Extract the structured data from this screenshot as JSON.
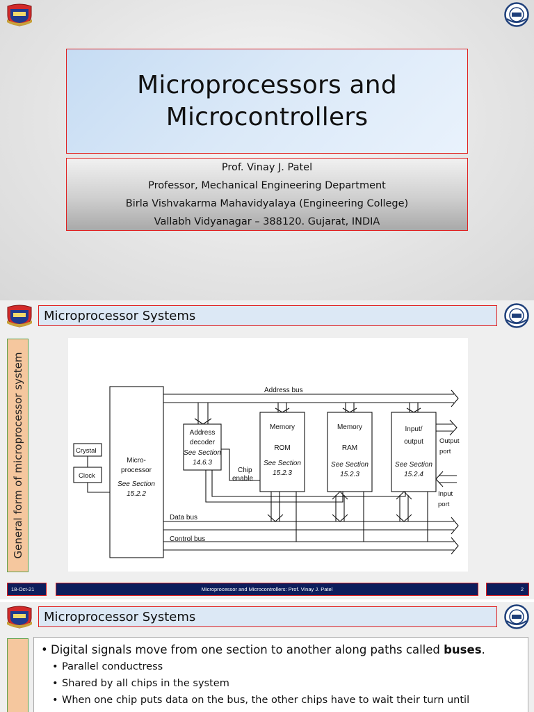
{
  "slide1": {
    "title_lines": [
      "Microprocessors and",
      "Microcontrollers"
    ],
    "author_lines": [
      "Prof. Vinay J. Patel",
      "Professor, Mechanical Engineering Department",
      "Birla Vishvakarma Mahavidyalaya (Engineering College)",
      "Vallabh Vidyanagar – 388120. Gujarat, INDIA"
    ]
  },
  "slide2": {
    "header": "Microprocessor Systems",
    "side_label": "General form of microprocessor system",
    "diagram": {
      "address_bus": "Address bus",
      "data_bus": "Data bus",
      "control_bus": "Control bus",
      "crystal": "Crystal",
      "clock": "Clock",
      "micro_lines": [
        "Micro-",
        "processor"
      ],
      "micro_ref": [
        "See Section",
        "15.2.2"
      ],
      "decoder_lines": [
        "Address",
        "decoder"
      ],
      "decoder_ref": [
        "See Section",
        "14.6.3"
      ],
      "chip_enable": [
        "Chip",
        "enable"
      ],
      "rom_lines": [
        "Memory",
        "ROM"
      ],
      "rom_ref": [
        "See Section",
        "15.2.3"
      ],
      "ram_lines": [
        "Memory",
        "RAM"
      ],
      "ram_ref": [
        "See Section",
        "15.2.3"
      ],
      "io_lines": [
        "Input/",
        "output"
      ],
      "io_ref": [
        "See Section",
        "15.2.4"
      ],
      "output_port": [
        "Output",
        "port"
      ],
      "input_port": [
        "Input",
        "port"
      ]
    },
    "footer": {
      "date": "18-Oct-21",
      "title": "Microprocessor and Microcontrollers: Prof. Vinay J. Patel",
      "page": "2"
    }
  },
  "slide3": {
    "header": "Microprocessor Systems",
    "bullet_main_text": "Digital signals move from one section to another along paths called ",
    "bullet_main_bold": "buses",
    "bullet_main_end": ".",
    "sub_bullets": [
      "Parallel conductress",
      "Shared by all chips in the system",
      "When one chip puts data on the bus, the other chips have to wait their turn until"
    ]
  },
  "colors": {
    "frame_red": "#e02020",
    "footer_navy": "#0d1d5c",
    "side_orange": "#f5c79e",
    "side_green": "#5fa14b"
  },
  "icons": {
    "left_logo": "university-crest-icon",
    "right_logo": "college-seal-icon"
  }
}
